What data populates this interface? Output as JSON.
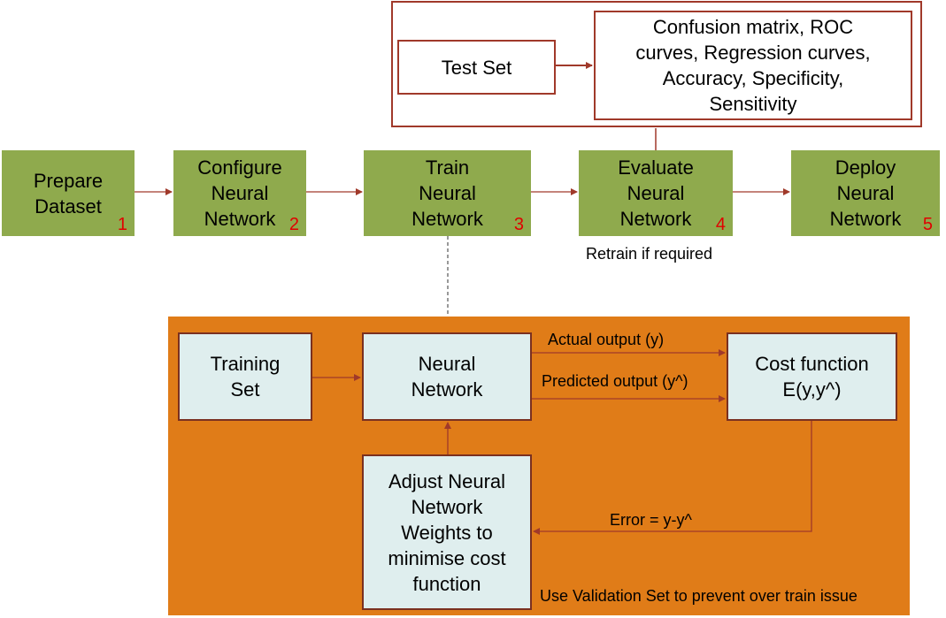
{
  "colors": {
    "step_fill": "#8faa4d",
    "step_number": "#e00000",
    "arrow": "#a0392a",
    "panel_fill": "#e07c18",
    "inner_box_fill": "#dfeeee"
  },
  "evaluation_panel": {
    "test_set": "Test Set",
    "metrics_lines": [
      "Confusion matrix, ROC",
      "curves, Regression curves,",
      "Accuracy, Specificity,",
      "Sensitivity"
    ]
  },
  "steps": [
    {
      "lines": [
        "Prepare",
        "Dataset"
      ],
      "number": "1"
    },
    {
      "lines": [
        "Configure",
        "Neural",
        "Network"
      ],
      "number": "2"
    },
    {
      "lines": [
        "Train",
        "Neural",
        "Network"
      ],
      "number": "3"
    },
    {
      "lines": [
        "Evaluate",
        "Neural",
        "Network"
      ],
      "number": "4"
    },
    {
      "lines": [
        "Deploy",
        "Neural",
        "Network"
      ],
      "number": "5"
    }
  ],
  "retrain_note": "Retrain if required",
  "training_panel": {
    "training_set": [
      "Training",
      "Set"
    ],
    "neural_network": [
      "Neural",
      "Network"
    ],
    "cost_function": [
      "Cost function",
      "E(y,y^)"
    ],
    "adjust_weights": [
      "Adjust Neural",
      "Network",
      "Weights to",
      "minimise cost",
      "function"
    ],
    "actual_output": "Actual output (y)",
    "predicted_output": "Predicted output (y^)",
    "error": "Error = y-y^",
    "validation_note": "Use Validation Set to prevent over train issue"
  }
}
